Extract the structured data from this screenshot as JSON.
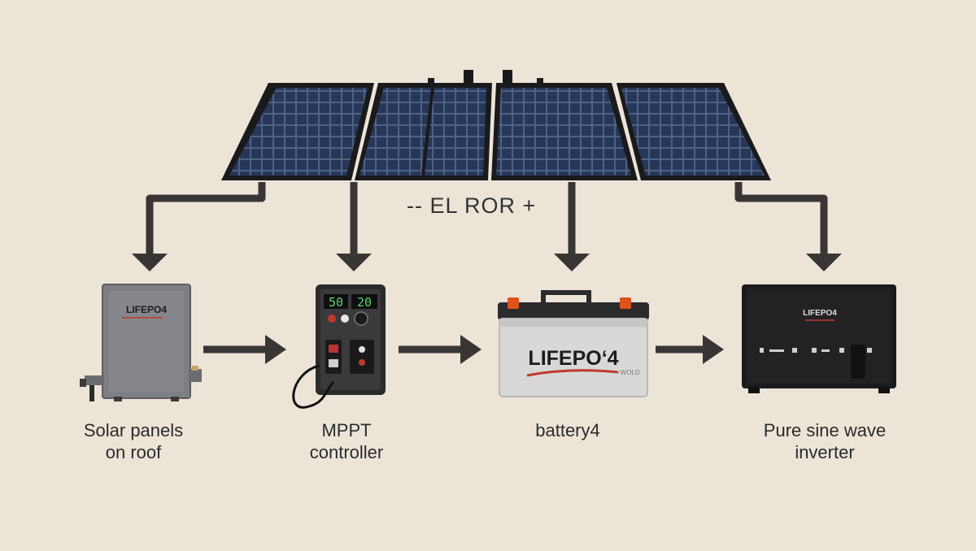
{
  "diagram": {
    "bus_label": "-- EL ROR +",
    "components": [
      {
        "id": "solar",
        "label_lines": [
          "Solar panels",
          "on roof"
        ],
        "device_text": "LIFEPO4"
      },
      {
        "id": "mppt",
        "label_lines": [
          "MPPT",
          "controller"
        ],
        "display_left": "50",
        "display_right": "20"
      },
      {
        "id": "battery",
        "label_lines": [
          "battery4"
        ],
        "device_text": "LIFEPO‘4",
        "device_subtext": "-WOLD"
      },
      {
        "id": "inverter",
        "label_lines": [
          "Pure sine wave",
          "inverter"
        ],
        "device_text": "LIFEPO4"
      }
    ]
  },
  "colors": {
    "background": "#ede4d8",
    "panel_cell": "#2a3a57",
    "panel_frame": "#1e1e20",
    "arrow": "#3a3535",
    "accent_red": "#c0392b",
    "inverter_body": "#1b1b1d",
    "battery_case": "#dcdcdc"
  }
}
